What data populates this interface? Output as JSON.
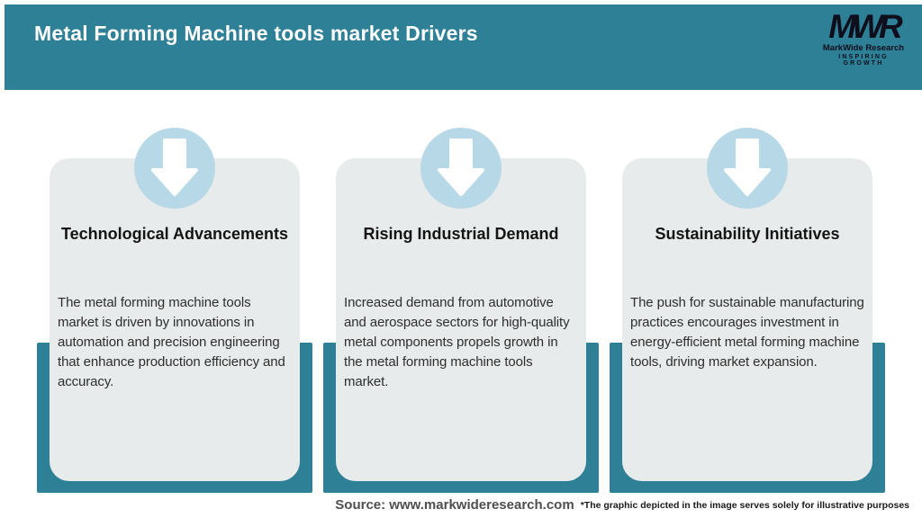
{
  "header": {
    "title": "Metal Forming Machine tools market Drivers",
    "logo": {
      "acronym": "MWR",
      "name": "MarkWide Research",
      "tagline": "INSPIRING GROWTH"
    }
  },
  "cards": [
    {
      "icon": "down-arrow",
      "title": "Technological Advancements",
      "body": "The metal forming machine tools market is driven by innovations in automation and precision engineering that enhance production efficiency and accuracy."
    },
    {
      "icon": "down-arrow",
      "title": "Rising Industrial Demand",
      "body": "Increased demand from automotive and aerospace sectors for high-quality metal components propels growth in the metal forming machine tools market."
    },
    {
      "icon": "down-arrow",
      "title": "Sustainability Initiatives",
      "body": "The push for sustainable manufacturing practices encourages investment in energy-efficient metal forming machine tools, driving market expansion."
    }
  ],
  "footer": {
    "source": "Source: www.markwideresearch.com",
    "disclaimer": "*The graphic depicted in the image serves solely for illustrative purposes"
  },
  "colors": {
    "teal": "#2e8096",
    "card_background": "#e8ebeb",
    "badge_blue": "#b7d8e6",
    "arrow": "#ffffff",
    "header_text": "#ffffff",
    "logo_text": "#0e0e1c"
  }
}
